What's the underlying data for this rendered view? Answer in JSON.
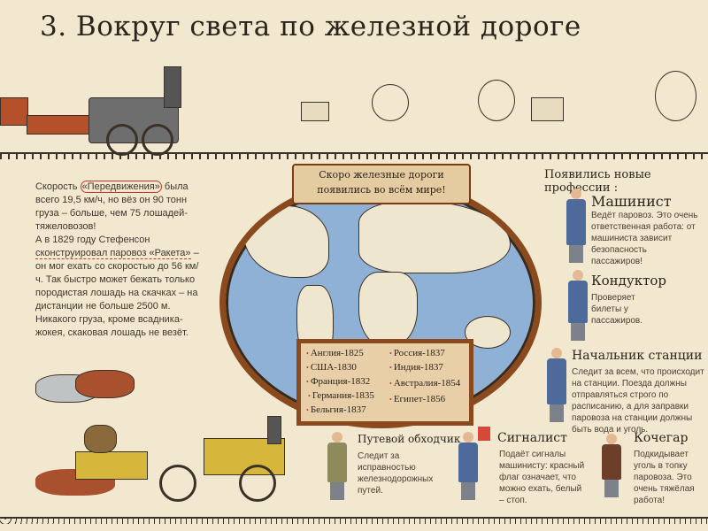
{
  "title": "3. Вокруг света по железной дороге",
  "intro": {
    "line1_pre": "Скорость ",
    "line1_highlight": "«Передвижения»",
    "line1_post": " была всего 19,5 км/ч, но вёз он 90 тонн груза – больше, чем 75 лошадей-тяжеловозов!",
    "line2_pre": "А в 1829 году Стефенсон ",
    "line2_underline": "сконструировал паровоз «Ракета»",
    "line2_post": " – он мог ехать со скоростью до 56 км/ч. Так быстро может бежать только породистая лошадь на скачках – на дистанции не больше 2500 м. Никакого груза, кроме всадника-жокея, скаковая лошадь не везёт."
  },
  "banner": {
    "line1": "Скоро железные дороги",
    "line2": "появились во всём мире!"
  },
  "countries": [
    "Англия-1825",
    "США-1830",
    "Франция-1832",
    "Германия-1835",
    "Бельгия-1837",
    "Россия-1837",
    "Индия-1837",
    "Австралия-1854",
    "Египет-1856"
  ],
  "professions_header": "Появились новые профессии :",
  "professions": [
    {
      "title": "Машинист",
      "text": "Ведёт паровоз. Это очень ответственная работа: от машиниста зависит безопасность пассажиров!"
    },
    {
      "title": "Кондуктор",
      "text": "Проверяет билеты у пассажиров."
    },
    {
      "title": "Начальник станции",
      "text": "Следит за всем, что происходит на станции. Поезда должны отправляться строго по расписанию, а для заправки паровоза на станции должны быть вода и уголь."
    },
    {
      "title": "Путевой обходчик",
      "text": "Следит за исправностью железнодорожных путей."
    },
    {
      "title": "Сигналист",
      "text": "Подаёт сигналы машинисту: красный флаг означает, что можно ехать, белый – стоп."
    },
    {
      "title": "Кочегар",
      "text": "Подкидывает уголь в топку паровоза. Это очень тяжёлая работа!"
    }
  ],
  "colors": {
    "paper": "#f2e8cf",
    "ocean": "#8fb1d6",
    "frame": "#8a4a1e",
    "accent": "#c0392b",
    "uniform": "#4d6a9a"
  }
}
